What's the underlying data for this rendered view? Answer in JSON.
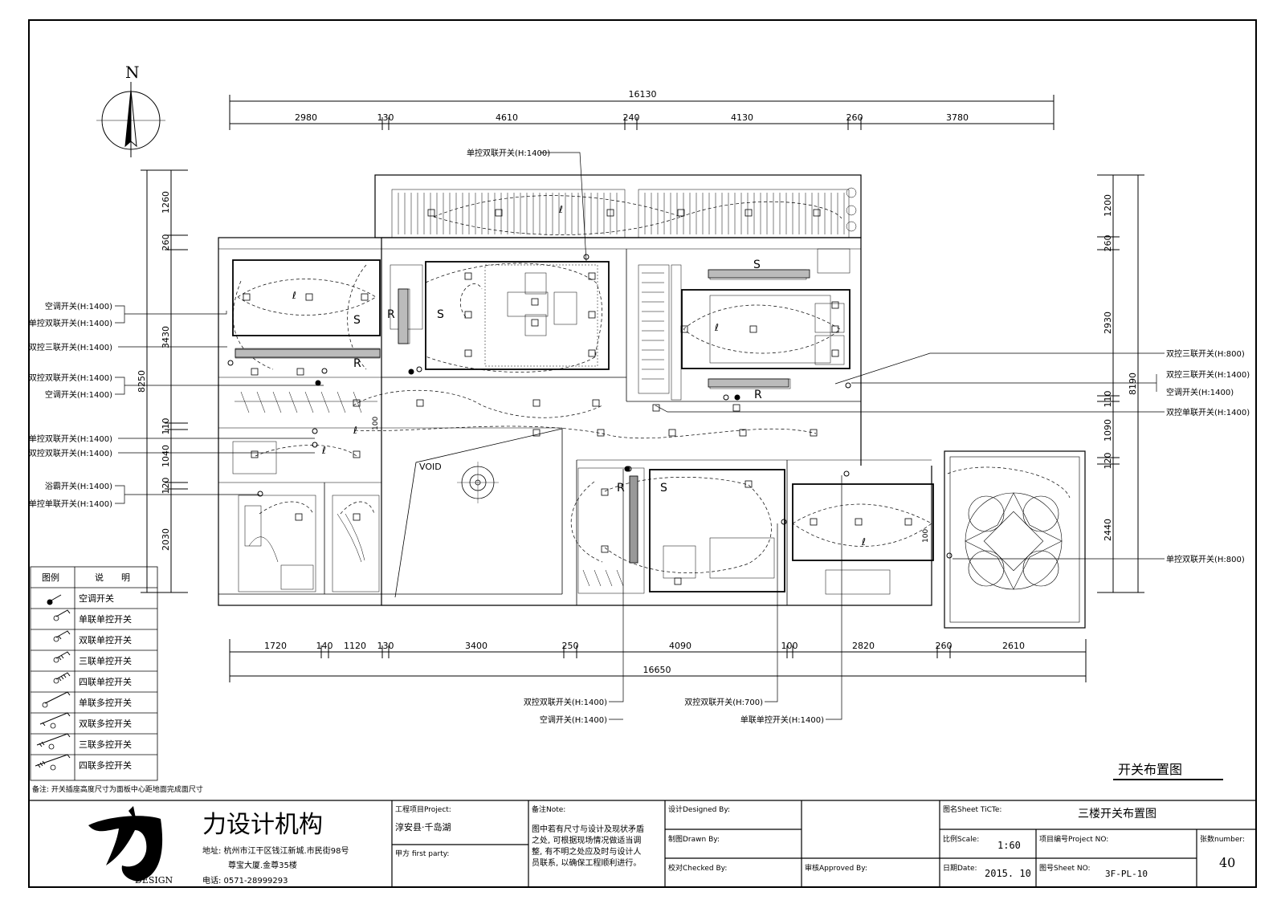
{
  "north_label": "N",
  "dims_top": {
    "total": "16130",
    "segments": [
      "2980",
      "130",
      "4610",
      "240",
      "4130",
      "260",
      "3780"
    ]
  },
  "dims_bottom": {
    "total": "16650",
    "segments": [
      "1720",
      "140",
      "1120",
      "130",
      "3400",
      "250",
      "4090",
      "100",
      "2820",
      "260",
      "2610"
    ]
  },
  "dims_left": {
    "total": "8250",
    "segments": [
      "1260",
      "260",
      "3430",
      "110",
      "1040",
      "120",
      "2030"
    ]
  },
  "dims_right": {
    "total": "8190",
    "segments": [
      "1200",
      "260",
      "2930",
      "110",
      "1090",
      "120",
      "2440"
    ]
  },
  "plan": {
    "void_label": "VOID",
    "switch_letters": {
      "s": "S",
      "r": "R"
    },
    "centre_mark": "ℓ",
    "dim_small": "100"
  },
  "callouts_left": [
    "空调开关(H:1400)",
    "单控双联开关(H:1400)",
    "双控三联开关(H:1400)",
    "双控双联开关(H:1400)",
    "空调开关(H:1400)",
    "单控双联开关(H:1400)",
    "双控双联开关(H:1400)",
    "浴霸开关(H:1400)",
    "单控单联开关(H:1400)"
  ],
  "callouts_right": [
    "双控三联开关(H:800)",
    "双控三联开关(H:1400)",
    "空调开关(H:1400)",
    "双控单联开关(H:1400)",
    "单控双联开关(H:800)"
  ],
  "callout_top": "单控双联开关(H:1400)",
  "callouts_bottom": [
    "双控双联开关(H:1400)",
    "空调开关(H:1400)",
    "双控双联开关(H:700)",
    "单联单控开关(H:1400)"
  ],
  "legend": {
    "header_symbol": "图例",
    "header_desc": "说　　明",
    "items": [
      "空调开关",
      "单联单控开关",
      "双联单控开关",
      "三联单控开关",
      "四联单控开关",
      "单联多控开关",
      "双联多控开关",
      "三联多控开关",
      "四联多控开关"
    ],
    "note": "备注: 开关插座高度尺寸为面板中心距地面完成面尺寸"
  },
  "drawing_title": "开关布置图",
  "title_block": {
    "company": "力设计机构",
    "address_1": "地址: 杭州市江干区钱江新城.市民街98号",
    "address_2": "尊宝大厦.金尊35楼",
    "phone": "电话: 0571-28999293",
    "logo_text": "DESIGN",
    "project_label": "工程项目Project:",
    "project_value": "淳安县·千岛湖",
    "party_label": "甲方 first party:",
    "note_label": "备注Note:",
    "note_text": [
      "图中若有尺寸与设计及现状矛盾",
      "之处, 可根据现场情况做适当调",
      "整, 有不明之处应及时与设计人",
      "员联系, 以确保工程顺利进行。"
    ],
    "designed_label": "设计Designed By:",
    "drawn_label": "制图Drawn By:",
    "checked_label": "校对Checked By:",
    "approved_label": "审核Approved By:",
    "sheet_title_label": "图名Sheet TiCTe:",
    "sheet_title": "三楼开关布置图",
    "scale_label": "比例Scale:",
    "scale": "1:60",
    "project_no_label": "项目编号Project NO:",
    "sheets_label": "张数number:",
    "sheets": "40",
    "date_label": "日期Date:",
    "date": "2015. 10",
    "sheet_no_label": "图号Sheet NO:",
    "sheet_no": "3F-PL-10"
  }
}
